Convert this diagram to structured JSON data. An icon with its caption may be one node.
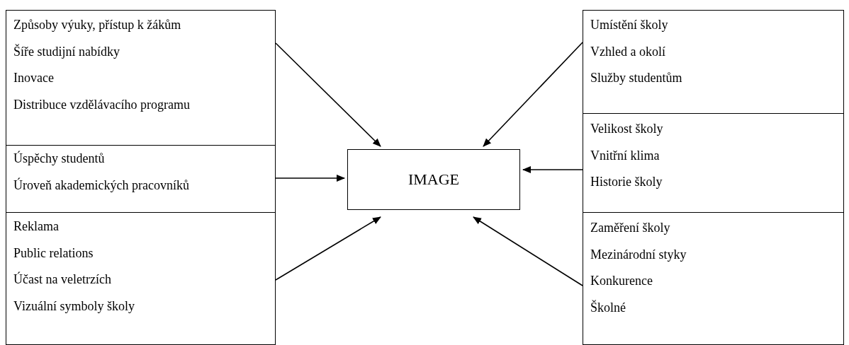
{
  "diagram": {
    "nodes": [
      {
        "text": [
          "Způsoby výuky, přístup k žákům",
          "Šíře studijní nabídky",
          "Inovace",
          "Distribuce vzdělávacího programu"
        ]
      },
      {
        "text": [
          "Úspěchy studentů",
          "Úroveň akademických pracovníků"
        ]
      },
      {
        "text": [
          "Reklama",
          "Public relations",
          "Účast na veletrzích",
          "Vizuální symboly školy"
        ]
      },
      {
        "text": [
          "IMAGE"
        ]
      },
      {
        "text": [
          "Umístění školy",
          "Vzhled a okolí",
          "Služby studentům"
        ]
      },
      {
        "text": [
          "Velikost školy",
          "Vnitřní klima",
          "Historie školy"
        ]
      },
      {
        "text": [
          "Zaměření školy",
          "Mezinárodní styky",
          "Konkurence",
          "Školné"
        ]
      }
    ],
    "edges": [
      {
        "from": 0,
        "to": 3,
        "arrow": "to"
      },
      {
        "from": 1,
        "to": 3,
        "arrow": "to"
      },
      {
        "from": 2,
        "to": 3,
        "arrow": "to"
      },
      {
        "from": 4,
        "to": 3,
        "arrow": "to"
      },
      {
        "from": 5,
        "to": 3,
        "arrow": "to"
      },
      {
        "from": 6,
        "to": 3,
        "arrow": "to"
      }
    ]
  }
}
